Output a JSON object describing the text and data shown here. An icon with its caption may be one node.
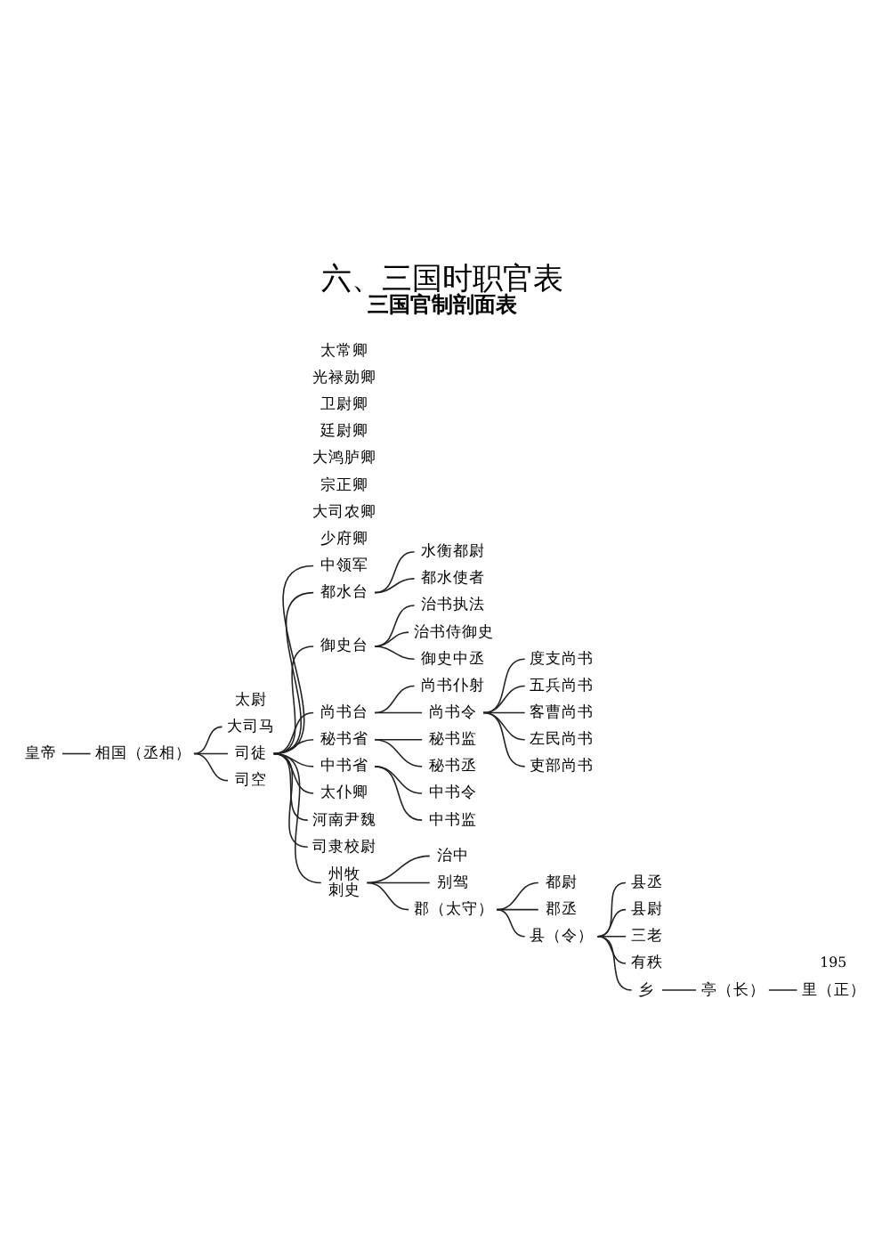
{
  "diagram": {
    "title": "六、三国时职官表",
    "caption": "三国官制剖面表",
    "nodes": [
      {
        "text": [
          "皇帝"
        ]
      },
      {
        "text": [
          "相国（丞相）"
        ]
      },
      {
        "text": [
          "大司马"
        ]
      },
      {
        "text": [
          "太尉"
        ]
      },
      {
        "text": [
          "司徒"
        ]
      },
      {
        "text": [
          "司空"
        ]
      },
      {
        "text": [
          "中领军"
        ]
      },
      {
        "text": [
          "都水台"
        ]
      },
      {
        "text": [
          "御史台"
        ]
      },
      {
        "text": [
          "尚书台"
        ]
      },
      {
        "text": [
          "秘书省"
        ]
      },
      {
        "text": [
          "中书省"
        ]
      },
      {
        "text": [
          "少府卿"
        ]
      },
      {
        "text": [
          "大司农卿"
        ]
      },
      {
        "text": [
          "宗正卿"
        ]
      },
      {
        "text": [
          "大鸿胪卿"
        ]
      },
      {
        "text": [
          "廷尉卿"
        ]
      },
      {
        "text": [
          "太仆卿"
        ]
      },
      {
        "text": [
          "卫尉卿"
        ]
      },
      {
        "text": [
          "光禄勋卿"
        ]
      },
      {
        "text": [
          "太常卿"
        ]
      },
      {
        "text": [
          "水衡都尉"
        ]
      },
      {
        "text": [
          "都水使者"
        ]
      },
      {
        "text": [
          "治书执法"
        ]
      },
      {
        "text": [
          "治书侍御史"
        ]
      },
      {
        "text": [
          "御史中丞"
        ]
      },
      {
        "text": [
          "尚书仆射"
        ]
      },
      {
        "text": [
          "尚书令"
        ]
      },
      {
        "text": [
          "秘书监"
        ]
      },
      {
        "text": [
          "秘书丞"
        ]
      },
      {
        "text": [
          "中书令"
        ]
      },
      {
        "text": [
          "中书监"
        ]
      },
      {
        "text": [
          "河南尹魏"
        ]
      },
      {
        "text": [
          "司隶校尉"
        ]
      },
      {
        "text": [
          "度支尚书"
        ]
      },
      {
        "text": [
          "五兵尚书"
        ]
      },
      {
        "text": [
          "客曹尚书"
        ]
      },
      {
        "text": [
          "左民尚书"
        ]
      },
      {
        "text": [
          "吏部尚书"
        ]
      },
      {
        "text": [
          "州牧",
          "刺史"
        ]
      },
      {
        "text": [
          "治中"
        ]
      },
      {
        "text": [
          "别驾"
        ]
      },
      {
        "text": [
          "郡（太守）"
        ]
      },
      {
        "text": [
          "都尉"
        ]
      },
      {
        "text": [
          "郡丞"
        ]
      },
      {
        "text": [
          "县（令）"
        ]
      },
      {
        "text": [
          "县丞"
        ]
      },
      {
        "text": [
          "县尉"
        ]
      },
      {
        "text": [
          "三老"
        ]
      },
      {
        "text": [
          "有秩"
        ]
      },
      {
        "text": [
          "乡"
        ]
      },
      {
        "text": [
          "亭（长）"
        ]
      },
      {
        "text": [
          "里（正）"
        ]
      }
    ],
    "edges": [
      {
        "from": 0,
        "to": 1,
        "arrow": "none"
      },
      {
        "from": 1,
        "to": 2,
        "arrow": "none"
      },
      {
        "from": 1,
        "to": 4,
        "arrow": "none"
      },
      {
        "from": 1,
        "to": 5,
        "arrow": "none"
      },
      {
        "from": 4,
        "to": 6,
        "arrow": "none"
      },
      {
        "from": 4,
        "to": 7,
        "arrow": "none"
      },
      {
        "from": 4,
        "to": 8,
        "arrow": "none"
      },
      {
        "from": 4,
        "to": 9,
        "arrow": "none"
      },
      {
        "from": 4,
        "to": 10,
        "arrow": "none"
      },
      {
        "from": 4,
        "to": 11,
        "arrow": "none"
      },
      {
        "from": 4,
        "to": 17,
        "arrow": "none"
      },
      {
        "from": 4,
        "to": 32,
        "arrow": "none"
      },
      {
        "from": 4,
        "to": 33,
        "arrow": "none"
      },
      {
        "from": 4,
        "to": 39,
        "arrow": "none"
      },
      {
        "from": 7,
        "to": 21,
        "arrow": "none"
      },
      {
        "from": 7,
        "to": 22,
        "arrow": "none"
      },
      {
        "from": 8,
        "to": 23,
        "arrow": "none"
      },
      {
        "from": 8,
        "to": 24,
        "arrow": "none"
      },
      {
        "from": 8,
        "to": 25,
        "arrow": "none"
      },
      {
        "from": 9,
        "to": 26,
        "arrow": "none"
      },
      {
        "from": 9,
        "to": 27,
        "arrow": "none"
      },
      {
        "from": 10,
        "to": 28,
        "arrow": "none"
      },
      {
        "from": 10,
        "to": 29,
        "arrow": "none"
      },
      {
        "from": 11,
        "to": 30,
        "arrow": "none"
      },
      {
        "from": 11,
        "to": 31,
        "arrow": "none"
      },
      {
        "from": 27,
        "to": 34,
        "arrow": "none"
      },
      {
        "from": 27,
        "to": 35,
        "arrow": "none"
      },
      {
        "from": 27,
        "to": 36,
        "arrow": "none"
      },
      {
        "from": 27,
        "to": 37,
        "arrow": "none"
      },
      {
        "from": 27,
        "to": 38,
        "arrow": "none"
      },
      {
        "from": 39,
        "to": 40,
        "arrow": "none"
      },
      {
        "from": 39,
        "to": 41,
        "arrow": "none"
      },
      {
        "from": 39,
        "to": 42,
        "arrow": "none"
      },
      {
        "from": 42,
        "to": 43,
        "arrow": "none"
      },
      {
        "from": 42,
        "to": 44,
        "arrow": "none"
      },
      {
        "from": 42,
        "to": 45,
        "arrow": "none"
      },
      {
        "from": 45,
        "to": 46,
        "arrow": "none"
      },
      {
        "from": 45,
        "to": 47,
        "arrow": "none"
      },
      {
        "from": 45,
        "to": 48,
        "arrow": "none"
      },
      {
        "from": 45,
        "to": 49,
        "arrow": "none"
      },
      {
        "from": 45,
        "to": 50,
        "arrow": "none"
      },
      {
        "from": 50,
        "to": 51,
        "arrow": "none"
      },
      {
        "from": 51,
        "to": 52,
        "arrow": "none"
      }
    ],
    "labels": [
      "195"
    ]
  }
}
